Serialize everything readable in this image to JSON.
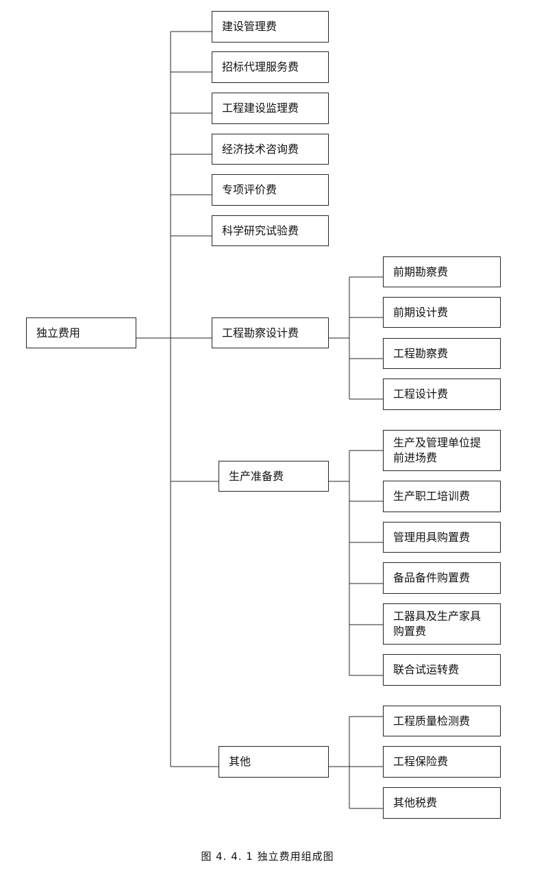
{
  "diagram": {
    "root": "独立费用",
    "level1": [
      "建设管理费",
      "招标代理服务费",
      "工程建设监理费",
      "经济技术咨询费",
      "专项评价费",
      "科学研究试验费",
      "工程勘察设计费",
      "生产准备费",
      "其他"
    ],
    "survey_design_children": [
      "前期勘察费",
      "前期设计费",
      "工程勘察费",
      "工程设计费"
    ],
    "production_children": [
      "生产及管理单位提前进场费",
      "生产职工培训费",
      "管理用具购置费",
      "备品备件购置费",
      "工器具及生产家具购置费",
      "联合试运转费"
    ],
    "other_children": [
      "工程质量检测费",
      "工程保险费",
      "其他税费"
    ],
    "caption": "图 4. 4. 1    独立费用组成图"
  }
}
